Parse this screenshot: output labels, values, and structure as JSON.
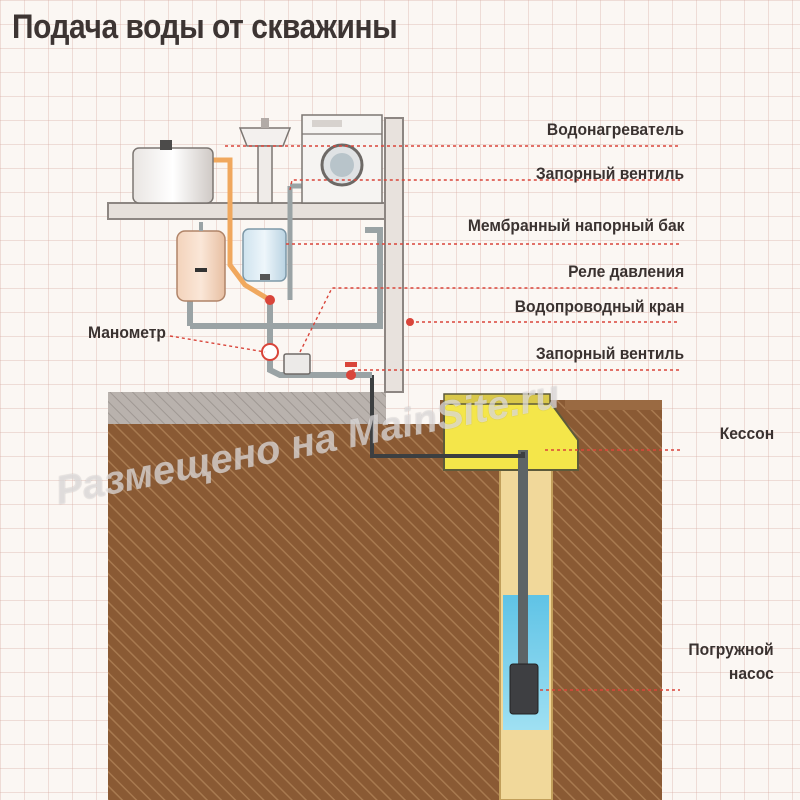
{
  "title": "Подача воды от скважины",
  "labels": {
    "water_heater": "Водонагреватель",
    "shutoff_valve_top": "Запорный вентиль",
    "membrane_tank": "Мембранный напорный бак",
    "pressure_relay": "Реле давления",
    "water_tap": "Водопроводный кран",
    "shutoff_valve_bottom": "Запорный вентиль",
    "pressure_gauge": "Манометр",
    "caisson": "Кессон",
    "pump_line1": "Погружной",
    "pump_line2": "насос"
  },
  "watermark": "Размещено на MainSite.ru",
  "colors": {
    "leader": "#d9453a",
    "soil": "#8a5a34",
    "caisson": "#f4e64a",
    "water": "#6ecbe8",
    "pipe": "#8c9596",
    "heater_pipe": "#f0a85e"
  },
  "icons": [
    "water-heater-icon",
    "sink-icon",
    "washing-machine-icon",
    "membrane-tank-icon",
    "pressure-relay-icon",
    "pump-icon"
  ]
}
